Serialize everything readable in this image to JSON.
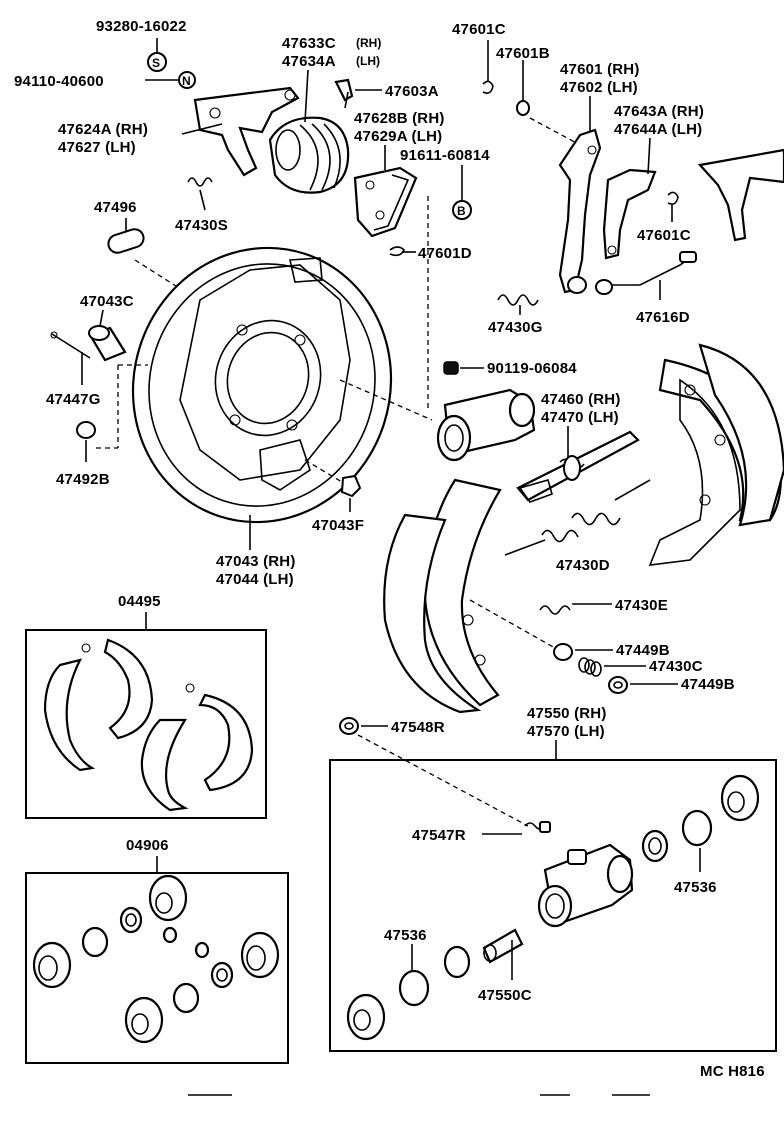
{
  "labels": {
    "p93280": "93280-16022",
    "p94110": "94110-40600",
    "p47633c": "47633C",
    "p47633c_side": "(RH)",
    "p47634a": "47634A",
    "p47634a_side": "(LH)",
    "p47603a": "47603A",
    "p47601c_top": "47601C",
    "p47601b": "47601B",
    "p47601": "47601 (RH)",
    "p47602": "47602 (LH)",
    "p47624a": "47624A (RH)",
    "p47627": "47627   (LH)",
    "p47628b": "47628B (RH)",
    "p47629a": "47629A (LH)",
    "p91611": "91611-60814",
    "p47643a": "47643A (RH)",
    "p47644a": "47644A (LH)",
    "p47430s": "47430S",
    "p47496": "47496",
    "p47601d": "47601D",
    "p47601c_mid": "47601C",
    "p47043c": "47043C",
    "p47430g": "47430G",
    "p47616d": "47616D",
    "p47447g": "47447G",
    "p90119": "90119-06084",
    "p47460": "47460 (RH)",
    "p47470": "47470 (LH)",
    "p47492b": "47492B",
    "p47043f": "47043F",
    "p47430d": "47430D",
    "p47043": "47043 (RH)",
    "p47044": "47044 (LH)",
    "p04495": "04495",
    "p47430e": "47430E",
    "p47449b_a": "47449B",
    "p47430c": "47430C",
    "p47449b_b": "47449B",
    "p47548r": "47548R",
    "p47550": "47550 (RH)",
    "p47570": "47570 (LH)",
    "p04906": "04906",
    "p47547r": "47547R",
    "p47536_right": "47536",
    "p47536_left": "47536",
    "p47550c": "47550C",
    "mark_s": "S",
    "mark_n": "N",
    "mark_b": "B",
    "footer": "MC  H816"
  }
}
